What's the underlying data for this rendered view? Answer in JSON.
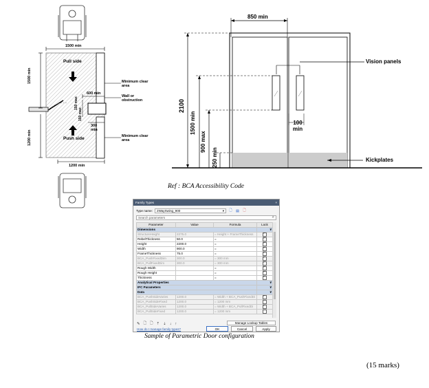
{
  "plan": {
    "dim_top": "1500 min",
    "dim_bottom": "1200 min",
    "dim_left_upper": "1500 min",
    "dim_left_lower": "1200 min",
    "dim_600": "600 min",
    "dim_150a": "150 max",
    "dim_150b": "150 max",
    "dim_300": "300 min",
    "pull_side": "Pull side",
    "push_side": "Push side",
    "min_clear_upper": "Minimum clear area",
    "wall_obstruction": "Wall or obstruction",
    "min_clear_lower": "Minimum clear area"
  },
  "elevation": {
    "dim_850": "850 min",
    "vision_panels": "Vision panels",
    "dim_2100": "2100",
    "dim_1500": "1500 min",
    "dim_900": "900 max",
    "dim_250": "250 min",
    "dim_100": "100 min",
    "kickplates": "Kickplates"
  },
  "caption1": "Ref : BCA Accessibility Code",
  "dialog": {
    "title": "Family Types",
    "close": "×",
    "type_name_label": "Type name:",
    "type_name_value": "2WaySwing_900",
    "search_placeholder": "Search parameters",
    "headers": [
      "Parameter",
      "Value",
      "Formula",
      "Lock"
    ],
    "rows": [
      {
        "kind": "group",
        "p": "Dimensions",
        "toggle": "¥"
      },
      {
        "kind": "grey",
        "p": "StructureHeight",
        "v": "2275.0",
        "f": "= Height + FrameThickness",
        "lock": true
      },
      {
        "kind": "norm",
        "p": "RebelThickness",
        "v": "50.0",
        "f": "=",
        "lock": true
      },
      {
        "kind": "norm",
        "p": "Height",
        "v": "2200.0",
        "f": "=",
        "lock": true
      },
      {
        "kind": "norm",
        "p": "Width",
        "v": "900.0",
        "f": "=",
        "lock": true
      },
      {
        "kind": "norm",
        "p": "FrameThickness",
        "v": "75.0",
        "f": "=",
        "lock": true
      },
      {
        "kind": "grey",
        "p": "BCA_PushFixedDim",
        "v": "300.0",
        "f": "= 300 mm",
        "lock": true
      },
      {
        "kind": "grey",
        "p": "BCA_PullFixedDim",
        "v": "300.0",
        "f": "= 300 mm",
        "lock": true
      },
      {
        "kind": "norm",
        "p": "Rough Width",
        "v": "",
        "f": "=",
        "lock": true
      },
      {
        "kind": "norm",
        "p": "Rough Height",
        "v": "",
        "f": "=",
        "lock": true
      },
      {
        "kind": "norm",
        "p": "Thickness",
        "v": "",
        "f": "=",
        "lock": true
      },
      {
        "kind": "group",
        "p": "Analytical Properties",
        "toggle": "¥"
      },
      {
        "kind": "group",
        "p": "IFC Parameters",
        "toggle": "¥"
      },
      {
        "kind": "group",
        "p": "Data",
        "toggle": "¥"
      },
      {
        "kind": "grey",
        "p": "BCA_PushSideVaries",
        "v": "1200.0",
        "f": "= Width + BCA_PushFixedDi",
        "lock": true
      },
      {
        "kind": "grey",
        "p": "BCA_PushSideFixed",
        "v": "1200.0",
        "f": "= 1200 mm",
        "lock": false
      },
      {
        "kind": "grey",
        "p": "BCA_PullSideVaries",
        "v": "1200.0",
        "f": "= Width + BCA_PullFixedDi",
        "lock": true
      },
      {
        "kind": "grey",
        "p": "BCA_PullSideFixed",
        "v": "1200.0",
        "f": "= 1200 mm",
        "lock": false
      }
    ],
    "manage_lookup": "Manage Lookup Tables",
    "how_do": "How do I manage family types?",
    "ok": "OK",
    "cancel": "Cancel",
    "apply": "Apply"
  },
  "caption2": "Sample of Parametric Door configuration",
  "marks": "(15 marks)"
}
